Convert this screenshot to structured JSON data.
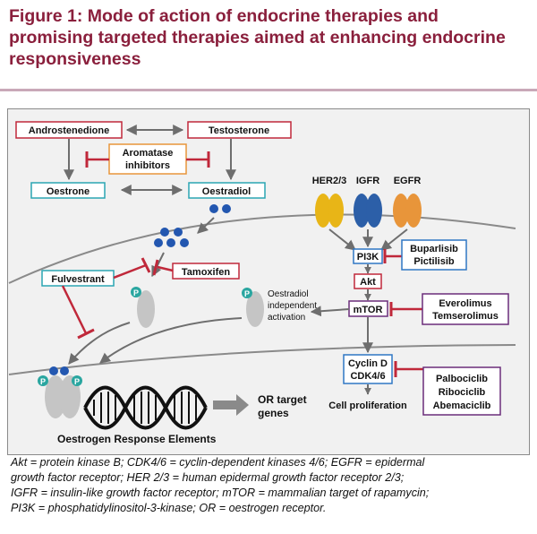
{
  "title": {
    "line1": "Figure 1: Mode of action of endocrine therapies and",
    "line2": "promising targeted therapies aimed at enhancing endocrine",
    "line3": "responsiveness"
  },
  "diagram": {
    "androstenedione": "Androstenedione",
    "testosterone": "Testosterone",
    "aromatase_line1": "Aromatase",
    "aromatase_line2": "inhibitors",
    "oestrone": "Oestrone",
    "oestradiol": "Oestradiol",
    "her23": "HER2/3",
    "igfr": "IGFR",
    "egfr": "EGFR",
    "pi3k": "PI3K",
    "buparlisib": "Buparlisib",
    "pictilisib": "Pictilisib",
    "akt": "Akt",
    "mtor": "mTOR",
    "everolimus": "Everolimus",
    "temserolimus": "Temserolimus",
    "cyclin_d": "Cyclin D",
    "cdk46": "CDK4/6",
    "palbociclib": "Palbociclib",
    "ribociclib": "Ribociclib",
    "abemaciclib": "Abemaciclib",
    "cell_proliferation": "Cell proliferation",
    "fulvestrant": "Fulvestrant",
    "tamoxifen": "Tamoxifen",
    "oi_line1": "Oestradiol",
    "oi_line2": "independent",
    "oi_line3": "activation",
    "p_label": "P",
    "or_target_line1": "OR target",
    "or_target_line2": "genes",
    "ore": "Oestrogen Response Elements"
  },
  "caption": {
    "line1": "Akt = protein kinase B; CDK4/6 = cyclin-dependent kinases 4/6; EGFR = epidermal",
    "line2": "growth factor receptor; HER 2/3 = human epidermal growth factor receptor 2/3;",
    "line3": "IGFR = insulin-like growth factor receptor; mTOR = mammalian target of rapamycin;",
    "line4": "PI3K = phosphatidylinositol-3-kinase; OR = oestrogen receptor."
  },
  "colors": {
    "title": "#8a1f3c",
    "red_box": "#c0283a",
    "teal_box": "#2aa6b3",
    "blue_box": "#2f77c4",
    "purple_box": "#6b2d7a",
    "inhibitor": "#c0283a",
    "her23": "#e8b517",
    "igfr": "#2c5fa8",
    "egfr": "#e8953a",
    "dots": "#2357b0",
    "p_circle": "#2aa6a0"
  }
}
